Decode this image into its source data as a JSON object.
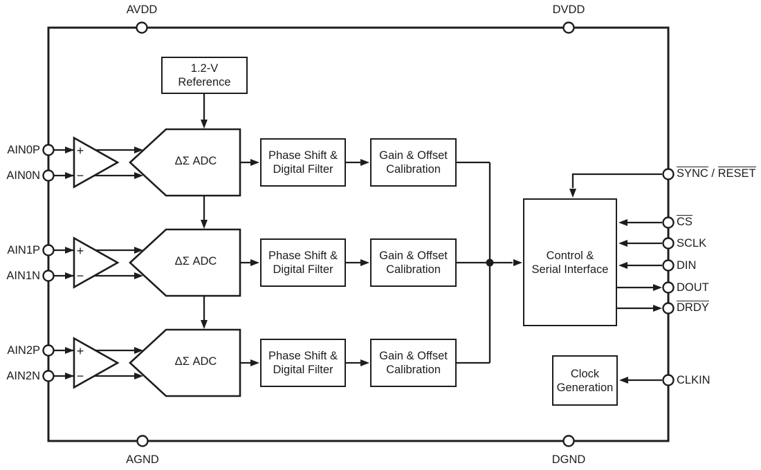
{
  "diagram_type": "functional-block-diagram",
  "colors": {
    "background": "#ffffff",
    "line": "#1d1d1b"
  },
  "chip": {
    "top_pins": {
      "avdd": "AVDD",
      "dvdd": "DVDD"
    },
    "bottom_pins": {
      "agnd": "AGND",
      "dgnd": "DGND"
    },
    "right_pins": {
      "sync": "SYNC",
      "sync_separator": " / ",
      "reset": "RESET",
      "cs": "CS",
      "sclk": "SCLK",
      "din": "DIN",
      "dout": "DOUT",
      "drdy": "DRDY",
      "clkin": "CLKIN"
    }
  },
  "blocks": {
    "reference": {
      "line1": "1.2-V",
      "line2": "Reference"
    },
    "control": {
      "line1": "Control &",
      "line2": "Serial Interface"
    },
    "clock": {
      "line1": "Clock",
      "line2": "Generation"
    }
  },
  "channels": [
    {
      "ain_p": "AIN0P",
      "ain_n": "AIN0N",
      "amp_plus": "+",
      "amp_minus": "−",
      "adc_label": "ΔΣ ADC",
      "phase_line1": "Phase Shift &",
      "phase_line2": "Digital Filter",
      "gain_line1": "Gain & Offset",
      "gain_line2": "Calibration"
    },
    {
      "ain_p": "AIN1P",
      "ain_n": "AIN1N",
      "amp_plus": "+",
      "amp_minus": "−",
      "adc_label": "ΔΣ ADC",
      "phase_line1": "Phase Shift &",
      "phase_line2": "Digital Filter",
      "gain_line1": "Gain & Offset",
      "gain_line2": "Calibration"
    },
    {
      "ain_p": "AIN2P",
      "ain_n": "AIN2N",
      "amp_plus": "+",
      "amp_minus": "−",
      "adc_label": "ΔΣ ADC",
      "phase_line1": "Phase Shift &",
      "phase_line2": "Digital Filter",
      "gain_line1": "Gain & Offset",
      "gain_line2": "Calibration"
    }
  ]
}
